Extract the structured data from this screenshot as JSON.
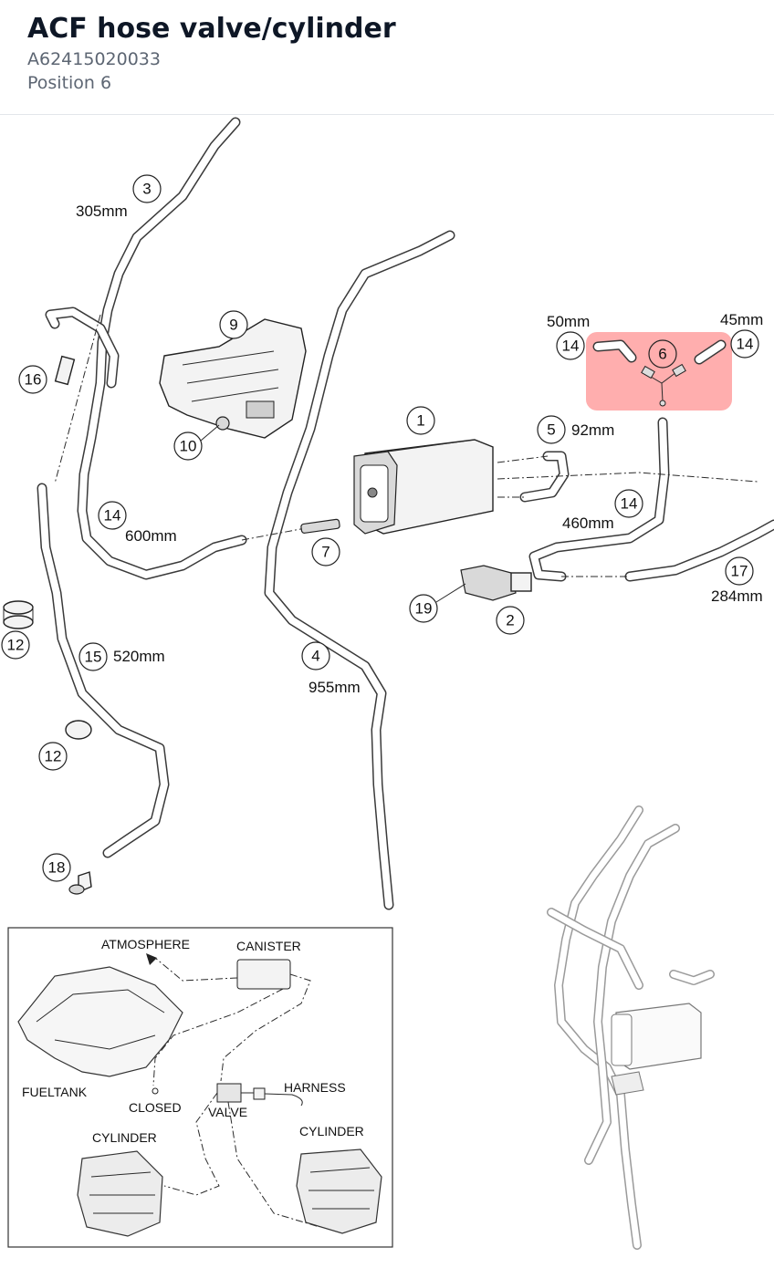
{
  "header": {
    "title": "ACF hose valve/cylinder",
    "part_number": "A62415020033",
    "position": "Position 6"
  },
  "colors": {
    "highlight": "#ff6b6b",
    "text_title": "#0e1726",
    "text_secondary": "#5d6673"
  },
  "highlighted_position": "6",
  "callouts": {
    "c1": "1",
    "c2": "2",
    "c3": "3",
    "c4": "4",
    "c5": "5",
    "c6": "6",
    "c7": "7",
    "c9": "9",
    "c10": "10",
    "c12a": "12",
    "c12b": "12",
    "c14a": "14",
    "c14b": "14",
    "c14c": "14",
    "c14d": "14",
    "c15": "15",
    "c16": "16",
    "c17": "17",
    "c18": "18",
    "c19": "19"
  },
  "dimensions": {
    "d3": "305mm",
    "d14_left": "50mm",
    "d14_right": "45mm",
    "d5": "92mm",
    "d14_mid": "600mm",
    "d14_right_hose": "460mm",
    "d17": "284mm",
    "d15": "520mm",
    "d4": "955mm"
  },
  "inset": {
    "atmosphere": "ATMOSPHERE",
    "canister": "CANISTER",
    "fueltank": "FUELTANK",
    "closed": "CLOSED",
    "valve": "VALVE",
    "harness": "HARNESS",
    "cylinder_left": "CYLINDER",
    "cylinder_right": "CYLINDER"
  }
}
